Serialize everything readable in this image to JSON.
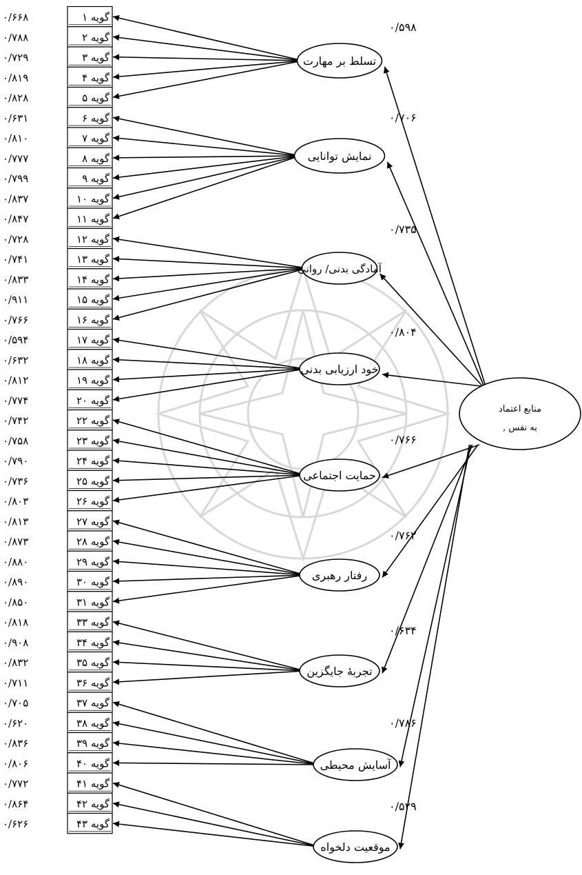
{
  "items": [
    {
      "label": "گویه ۱",
      "loading": "۰/۶۶۸"
    },
    {
      "label": "گویه ۲",
      "loading": "۰/۷۸۸"
    },
    {
      "label": "گویه ۳",
      "loading": "۰/۷۲۹"
    },
    {
      "label": "گویه ۴",
      "loading": "۰/۸۱۹"
    },
    {
      "label": "گویه ۵",
      "loading": "۰/۸۲۸"
    },
    {
      "label": "گویه ۶",
      "loading": "۰/۶۳۱"
    },
    {
      "label": "گویه ۷",
      "loading": "۰/۸۱۰"
    },
    {
      "label": "گویه ۸",
      "loading": "۰/۷۷۷"
    },
    {
      "label": "گویه ۹",
      "loading": "۰/۷۹۹"
    },
    {
      "label": "گویه ۱۰",
      "loading": "۰/۸۳۷"
    },
    {
      "label": "گویه ۱۱",
      "loading": "۰/۸۴۷"
    },
    {
      "label": "گویه ۱۲",
      "loading": "۰/۷۲۸"
    },
    {
      "label": "گویه ۱۳",
      "loading": "۰/۷۴۱"
    },
    {
      "label": "گویه ۱۴",
      "loading": "۰/۸۳۳"
    },
    {
      "label": "گویه ۱۵",
      "loading": "۰/۹۱۱"
    },
    {
      "label": "گویه ۱۶",
      "loading": "۰/۷۶۶"
    },
    {
      "label": "گویه ۱۷",
      "loading": "۰/۵۹۴"
    },
    {
      "label": "گویه ۱۸",
      "loading": "۰/۶۳۲"
    },
    {
      "label": "گویه ۱۹",
      "loading": "۰/۸۱۲"
    },
    {
      "label": "گویه ۲۰",
      "loading": "۰/۷۷۴"
    },
    {
      "label": "گویه ۲۲",
      "loading": "۰/۷۴۲"
    },
    {
      "label": "گویه ۲۳",
      "loading": "۰/۷۵۸"
    },
    {
      "label": "گویه ۲۴",
      "loading": "۰/۷۹۰"
    },
    {
      "label": "گویه ۲۵",
      "loading": "۰/۷۳۶"
    },
    {
      "label": "گویه ۲۶",
      "loading": "۰/۸۰۳"
    },
    {
      "label": "گویه ۲۷",
      "loading": "۰/۸۱۳"
    },
    {
      "label": "گویه ۲۸",
      "loading": "۰/۸۷۳"
    },
    {
      "label": "گویه ۲۹",
      "loading": "۰/۸۸۰"
    },
    {
      "label": "گویه ۳۰",
      "loading": "۰/۸۹۰"
    },
    {
      "label": "گویه ۳۱",
      "loading": "۰/۸۵۰"
    },
    {
      "label": "گویه ۳۳",
      "loading": "۰/۸۱۸"
    },
    {
      "label": "گویه ۳۴",
      "loading": "۰/۹۰۸"
    },
    {
      "label": "گویه ۳۵",
      "loading": "۰/۸۳۲"
    },
    {
      "label": "گویه ۳۶",
      "loading": "۰/۷۱۱"
    },
    {
      "label": "گویه ۳۷",
      "loading": "۰/۷۰۵"
    },
    {
      "label": "گویه ۳۸",
      "loading": "۰/۶۲۰"
    },
    {
      "label": "گویه ۳۹",
      "loading": "۰/۸۳۶"
    },
    {
      "label": "گویه ۴۰",
      "loading": "۰/۸۰۶"
    },
    {
      "label": "گویه ۴۱",
      "loading": "۰/۷۷۲"
    },
    {
      "label": "گویه ۴۲",
      "loading": "۰/۸۶۴"
    },
    {
      "label": "گویه ۴۳",
      "loading": "۰/۶۲۶"
    }
  ],
  "factors": [
    {
      "name": "تسلط بر مهارت",
      "path": "۰/۵۹۸",
      "items": [
        0,
        1,
        2,
        3,
        4
      ]
    },
    {
      "name": "نمایش توانایی",
      "path": "۰/۷۰۶",
      "items": [
        5,
        6,
        7,
        8,
        9,
        10
      ]
    },
    {
      "name": "آمادگی بدنی/ روانی",
      "path": "۰/۷۳۵",
      "items": [
        11,
        12,
        13,
        14,
        15
      ]
    },
    {
      "name": "خود ارزیابی بدنی",
      "path": "۰/۸۰۴",
      "items": [
        16,
        17,
        18,
        19
      ]
    },
    {
      "name": "حمایت اجتماعی",
      "path": "۰/۷۶۶",
      "items": [
        20,
        21,
        22,
        23,
        24
      ]
    },
    {
      "name": "رفتار رهبری",
      "path": "۰/۷۶۲",
      "items": [
        25,
        26,
        27,
        28,
        29
      ]
    },
    {
      "name": "تجربهٔ جایگزین",
      "path": "۰/۶۳۴",
      "items": [
        30,
        31,
        32,
        33
      ]
    },
    {
      "name": "آسایش محیطی",
      "path": "۰/۷۸۶",
      "items": [
        34,
        35,
        36,
        37
      ]
    },
    {
      "name": "موقعیت دلخواه",
      "path": "۰/۵۲۹",
      "items": [
        38,
        39,
        40
      ]
    }
  ],
  "root": {
    "line1": "منابع اعتماد",
    "line2": "به نفس ,"
  }
}
